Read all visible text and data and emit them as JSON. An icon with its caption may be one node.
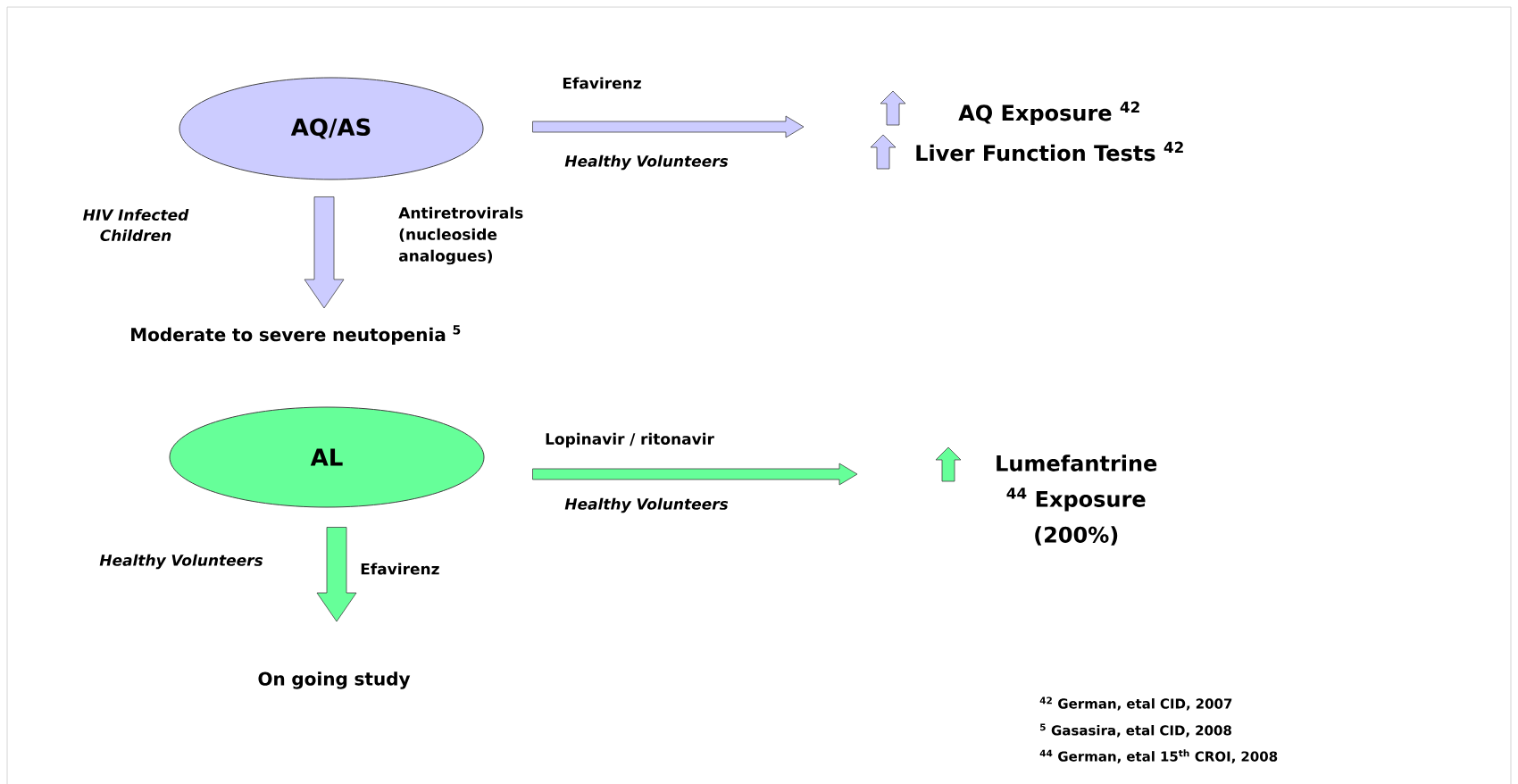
{
  "diagram": {
    "nodes": [
      {
        "text": [
          "AQ/AS"
        ]
      },
      {
        "text": [
          "AQ Exposure $^{42}$",
          "Liver Function Tests $^{42}$"
        ]
      },
      {
        "text": [
          "Moderate to severe neutopenia $^{5}$"
        ]
      },
      {
        "text": [
          "AL"
        ]
      },
      {
        "text": [
          "Lumefantrine $^{44}$ Exposure (200%)"
        ]
      },
      {
        "text": [
          "On going study"
        ]
      }
    ],
    "edges": [
      {
        "from": 0,
        "to": 1,
        "arrow": "to",
        "label": "Efavirenz",
        "color": "#ccccff"
      },
      {
        "from": 0,
        "to": 2,
        "arrow": "to",
        "label": "Antiretrovirals (nucleoside analogues)",
        "color": "#ccccff"
      },
      {
        "from": 3,
        "to": 4,
        "arrow": "to",
        "label": "Lopinavir / ritonavir",
        "color": "#66ff99"
      },
      {
        "from": 3,
        "to": 5,
        "arrow": "to",
        "label": "Efavirenz",
        "color": "#66ff99"
      }
    ],
    "labels": [
      "Healthy Volunteers",
      "HIV Infected Children",
      "Healthy Volunteers",
      "Healthy Volunteers",
      "$^{42}$ German, etal CID, 2007",
      "$^{5}$ Gasasira, etal CID, 2008",
      "$^{44}$ German, etal 15$^{th}$ CROI, 2008"
    ]
  }
}
